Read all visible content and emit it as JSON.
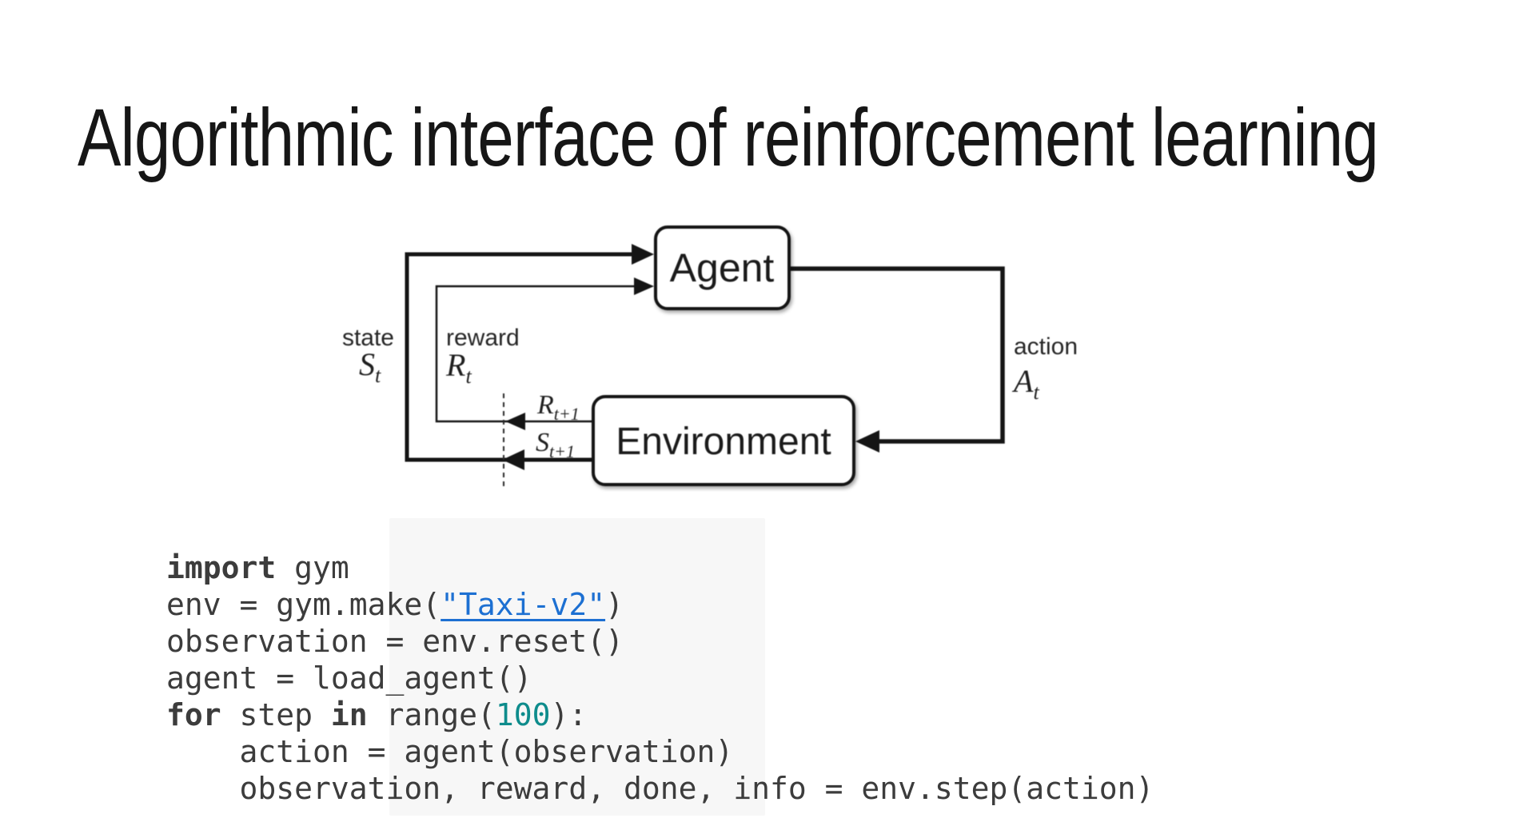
{
  "slide": {
    "title": "Algorithmic interface of reinforcement learning"
  },
  "diagram": {
    "agent_label": "Agent",
    "environment_label": "Environment",
    "labels": {
      "state": "state",
      "state_sym": "S",
      "state_sub": "t",
      "reward": "reward",
      "reward_sym": "R",
      "reward_sub": "t",
      "next_reward_sym": "R",
      "next_reward_sub": "t+1",
      "next_state_sym": "S",
      "next_state_sub": "t+1",
      "action": "action",
      "action_sym": "A",
      "action_sub": "t"
    },
    "colors": {
      "line": "#151515"
    }
  },
  "code": {
    "colors": {
      "default": "#3c3c3c",
      "string_link": "#1d70d2",
      "number": "#0e8c8c"
    },
    "lines": [
      [
        {
          "t": "import",
          "s": "kw"
        },
        {
          "t": " gym",
          "s": "d"
        }
      ],
      [
        {
          "t": "env = gym.make(",
          "s": "d"
        },
        {
          "t": "\"Taxi-v2\"",
          "s": "str"
        },
        {
          "t": ")",
          "s": "d"
        }
      ],
      [
        {
          "t": "observation = env.reset()",
          "s": "d"
        }
      ],
      [
        {
          "t": "agent = load_agent()",
          "s": "d"
        }
      ],
      [
        {
          "t": "for",
          "s": "kw"
        },
        {
          "t": " step ",
          "s": "d"
        },
        {
          "t": "in",
          "s": "kw"
        },
        {
          "t": " range(",
          "s": "d"
        },
        {
          "t": "100",
          "s": "num"
        },
        {
          "t": "):",
          "s": "d"
        }
      ],
      [
        {
          "t": "    action = agent(observation)",
          "s": "d"
        }
      ],
      [
        {
          "t": "    observation, reward, done, info = env.step(action)",
          "s": "d"
        }
      ]
    ]
  }
}
